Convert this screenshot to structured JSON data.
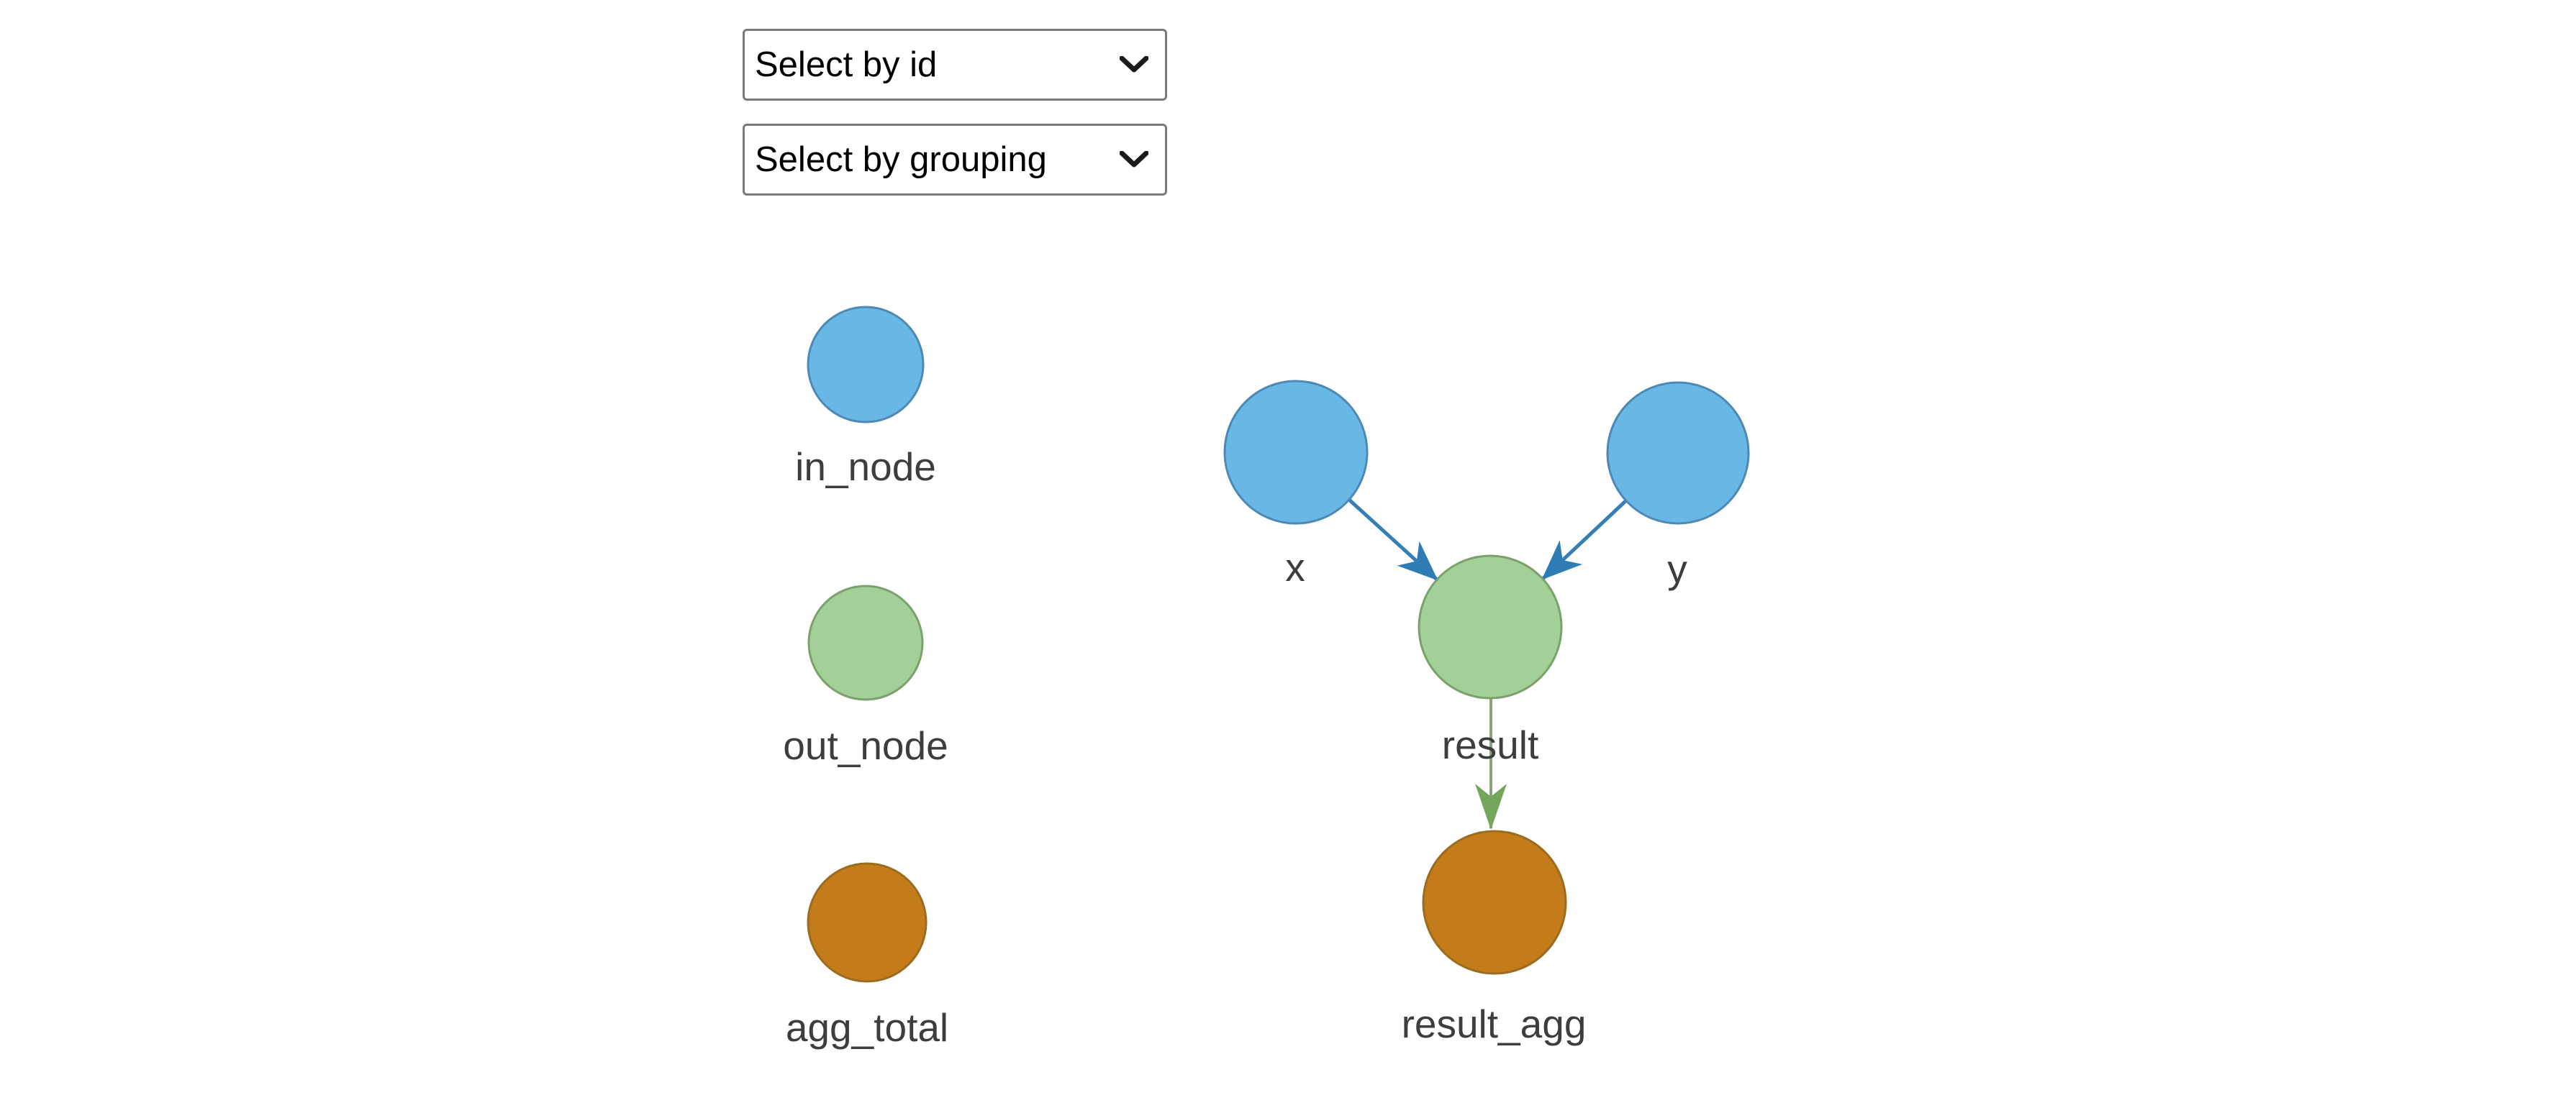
{
  "controls": {
    "select_by_id": {
      "value": "Select by id"
    },
    "select_by_grouping": {
      "value": "Select by grouping"
    }
  },
  "legend": {
    "items": [
      {
        "label": "in_node",
        "fill": "#68b7e5",
        "border": "#4d89b5"
      },
      {
        "label": "out_node",
        "fill": "#a3cf98",
        "border": "#7ca16c"
      },
      {
        "label": "agg_total",
        "fill": "#c47c1a",
        "border": "#9b6c1f"
      }
    ]
  },
  "graph": {
    "nodes": [
      {
        "id": "x",
        "label": "x",
        "group": "in_node",
        "fill": "#68b7e5",
        "border": "#4d89b5"
      },
      {
        "id": "y",
        "label": "y",
        "group": "in_node",
        "fill": "#68b7e5",
        "border": "#4d89b5"
      },
      {
        "id": "result",
        "label": "result",
        "group": "out_node",
        "fill": "#a3cf98",
        "border": "#7ca16c"
      },
      {
        "id": "result_agg",
        "label": "result_agg",
        "group": "agg_total",
        "fill": "#c47c1a",
        "border": "#9b6c1f"
      }
    ],
    "edges": [
      {
        "from": "x",
        "to": "result",
        "color": "#357fb5",
        "arrow_color": "#2f7cb5"
      },
      {
        "from": "y",
        "to": "result",
        "color": "#357fb5",
        "arrow_color": "#2f7cb5"
      },
      {
        "from": "result",
        "to": "result_agg",
        "color": "#8aa37d",
        "arrow_color": "#74a65c"
      }
    ]
  },
  "colors": {
    "label_text": "#3d3d3d",
    "select_border": "#7b7b7b",
    "background": "#ffffff"
  }
}
